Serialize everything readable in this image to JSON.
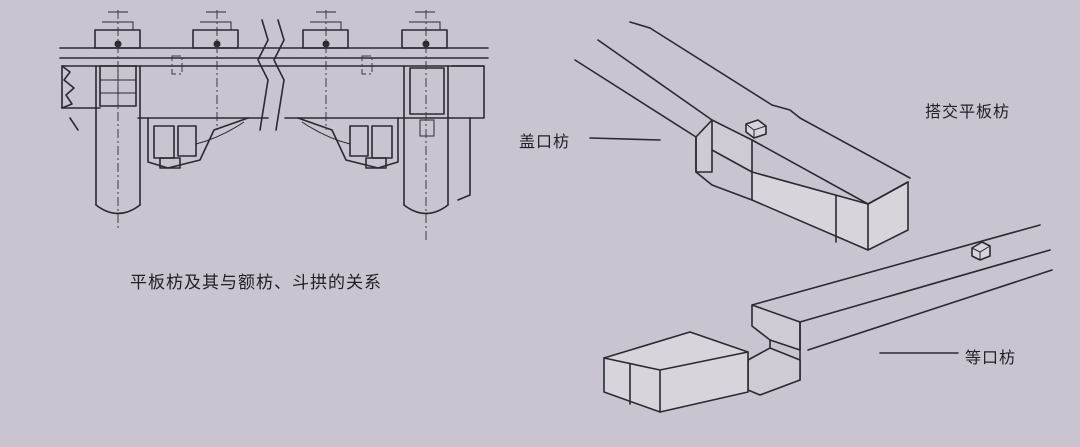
{
  "caption_left": "平板枋及其与额枋、斗拱的关系",
  "labels": {
    "gaikou_fang": "盖口枋",
    "dajiao_pingban_fang": "搭交平板枋",
    "dengkou_fang": "等口枋"
  },
  "colors": {
    "paper": "#c9c4cf",
    "ink": "#2a2a30"
  }
}
